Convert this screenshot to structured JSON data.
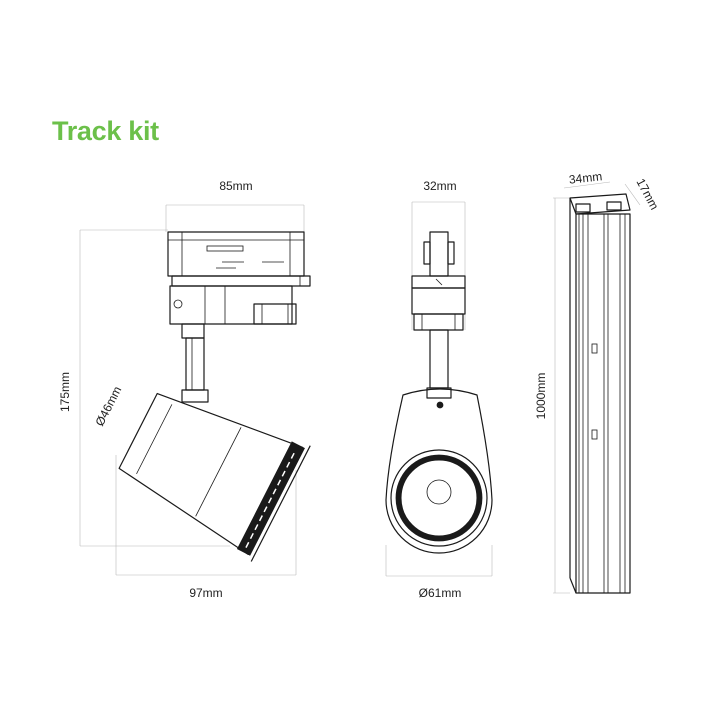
{
  "title": "Track kit",
  "colors": {
    "title": "#6cc04a",
    "line": "#1a1a1a",
    "dimension_line": "#b8b8b8",
    "text": "#222222"
  },
  "dimensions": {
    "side_top_width": "85mm",
    "side_height": "175mm",
    "head_diameter": "Ø46mm",
    "side_bottom_width": "97mm",
    "front_top_width": "32mm",
    "front_diameter": "Ø61mm",
    "rail_width": "34mm",
    "rail_depth": "17mm",
    "rail_length": "1000mm"
  }
}
